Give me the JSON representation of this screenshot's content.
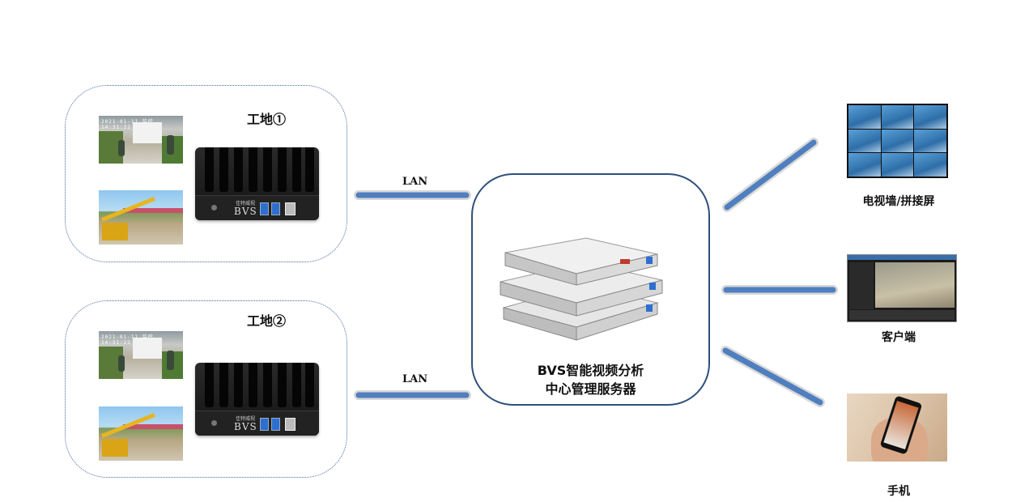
{
  "sites": [
    {
      "title": "工地①",
      "camera_overlay": "2021-01-11 监控 14:31:22",
      "device_brand_small": "佳特威视",
      "device_brand": "BVS"
    },
    {
      "title": "工地②",
      "camera_overlay": "2021-01-11 监控 14:31:22",
      "device_brand_small": "佳特威视",
      "device_brand": "BVS"
    }
  ],
  "links": [
    {
      "label": "LAN"
    },
    {
      "label": "LAN"
    }
  ],
  "server": {
    "label_line1": "BVS智能视频分析",
    "label_line2": "中心管理服务器"
  },
  "outputs": [
    {
      "label": "电视墙/拼接屏",
      "icon": "video-wall-icon"
    },
    {
      "label": "客户端",
      "icon": "client-software-icon"
    },
    {
      "label": "手机",
      "icon": "mobile-phone-icon"
    }
  ],
  "colors": {
    "connector": "#4f7fbf",
    "box_border": "#2f4f7a",
    "dotted_border": "#4a6a9a"
  }
}
